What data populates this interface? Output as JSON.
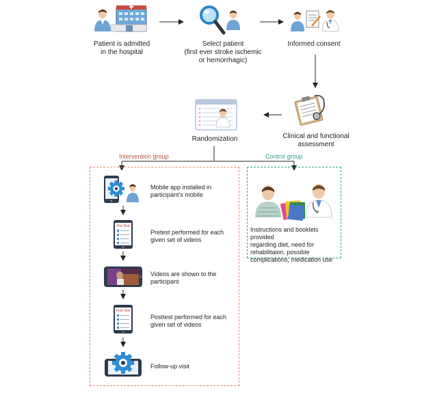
{
  "steps": {
    "admitted": [
      "Patient is admitted",
      "in the hospital"
    ],
    "select": [
      "Select patient",
      "(first ever stroke ischemic",
      "or hemorrhagic)"
    ],
    "consent": [
      "Informed consent"
    ],
    "assessment": [
      "Clinical and functional",
      "assessment"
    ],
    "randomization": [
      "Randomization"
    ]
  },
  "groups": {
    "intervention_label": "Intervention group",
    "control_label": "Control group",
    "intervention_color": "#e0876a",
    "control_color": "#2a9d8f",
    "intervention_label_color": "#b5533c",
    "control_label_color": "#2a9d8f"
  },
  "intervention_steps": {
    "app": [
      "Mobile app installed in",
      "participant's mobile"
    ],
    "pretest": [
      "Pretest performed for each",
      "given set of videos"
    ],
    "videos": [
      "Videos are shown to the",
      "participant"
    ],
    "posttest": [
      "Posttest performed for each",
      "given set of videos"
    ],
    "followup": [
      "Follow-up visit"
    ]
  },
  "control_step": [
    "Instructions and booklets provided",
    "regarding diet, need for",
    "rehabilitaion, possible",
    "complications, medication use"
  ],
  "icon_text": {
    "pretest": "Pre-Test",
    "posttest": "Post-Test"
  },
  "colors": {
    "arrow": "#222222",
    "blue": "#2f86c7",
    "gear": "#2d8ed6"
  }
}
